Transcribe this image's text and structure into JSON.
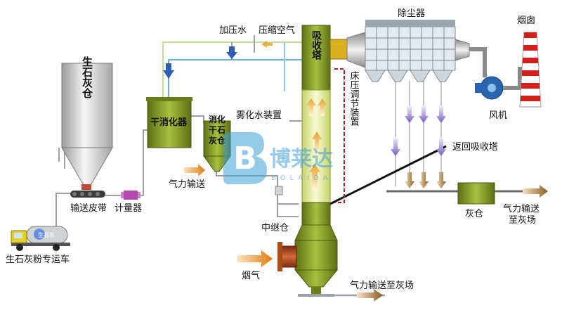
{
  "labels": {
    "quicklime_silo": "生石灰仓",
    "conveyor_belt": "输送皮带",
    "meter": "计量器",
    "truck": "生石灰粉专运车",
    "truck_tank": "生石灰",
    "dry_slaker": "干消化器",
    "slaked_silo": "消化干石灰仓",
    "pneumatic_convey": "气力输送",
    "pressurized_water": "加压水",
    "compressed_air": "压缩空气",
    "absorber_tower": "吸收塔",
    "atomizer": "雾化水装置",
    "bed_pressure": "床压调节装置",
    "relay_silo": "中继仓",
    "flue_gas": "烟气",
    "pneumatic_to_ash_bottom": "气力输送至灰场",
    "dust_collector": "除尘器",
    "chimney": "烟囱",
    "fan": "风机",
    "return_to_tower": "返回吸收塔",
    "ash_silo": "灰仓",
    "pneumatic_to_ash_right": "气力输送至灰场"
  },
  "watermark": {
    "text": "博莱达",
    "sub": "BOLAIDA",
    "mark": "B"
  },
  "colors": {
    "equipment_green": "#7d9420",
    "tower_light": "#eef2a8",
    "pipe_red": "#a84a1a",
    "arrow_blue": "#2f5db3",
    "arrow_purple": "#7a5cc4",
    "arrow_orange": "#e07a10",
    "dashed_red": "#c0181c"
  }
}
